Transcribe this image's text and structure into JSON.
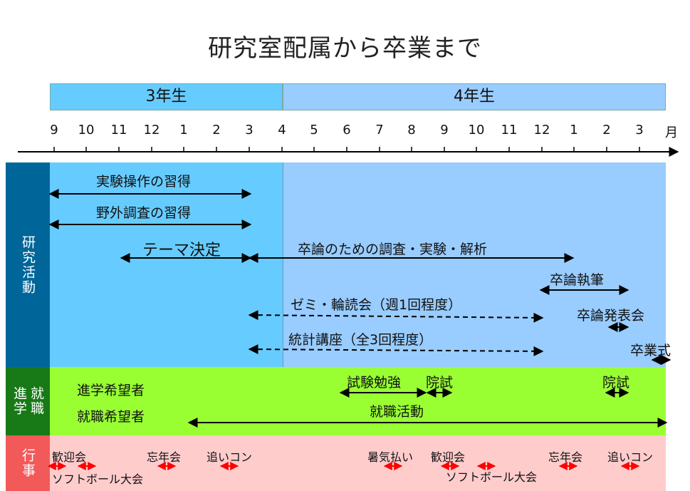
{
  "title": "研究室配属から卒業まで",
  "years": {
    "third": "3年生",
    "fourth": "4年生"
  },
  "months": [
    "9",
    "10",
    "11",
    "12",
    "1",
    "2",
    "3",
    "4",
    "5",
    "6",
    "7",
    "8",
    "9",
    "10",
    "11",
    "12",
    "1",
    "2",
    "3"
  ],
  "month_unit": "月",
  "categories": {
    "research": "研究活動",
    "shin": "進学",
    "shu": "就職",
    "gyoji": "行事"
  },
  "research": {
    "item1": "実験操作の習得",
    "item2": "野外調査の習得",
    "item3": "テーマ決定",
    "item4": "卒論のための調査・実験・解析",
    "item5": "卒論執筆",
    "item6": "ゼミ・輪読会（週1回程度）",
    "item7": "卒論発表会",
    "item8": "統計講座（全3回程度）",
    "item9": "卒業式"
  },
  "career": {
    "shingaku": "進学希望者",
    "shushoku": "就職希望者",
    "exam_study": "試験勉強",
    "grad_exam1": "院試",
    "grad_exam2": "院試",
    "job_hunting": "就職活動"
  },
  "events": {
    "welcome1": "歓迎会",
    "bonenkai1": "忘年会",
    "oikon1": "追いコン",
    "softball1": "ソフトボール大会",
    "shochu": "暑気払い",
    "welcome2": "歓迎会",
    "softball2": "ソフトボール大会",
    "bonenkai2": "忘年会",
    "oikon2": "追いコン"
  },
  "colors": {
    "year3": "#66ccff",
    "year4": "#99ccff",
    "research_label": "#006699",
    "career_label": "#177a17",
    "career_area": "#99ff33",
    "events_label": "#f25a5a",
    "events_area": "#ffcccc",
    "event_arrow": "#ff0000",
    "arrow": "#000000"
  }
}
